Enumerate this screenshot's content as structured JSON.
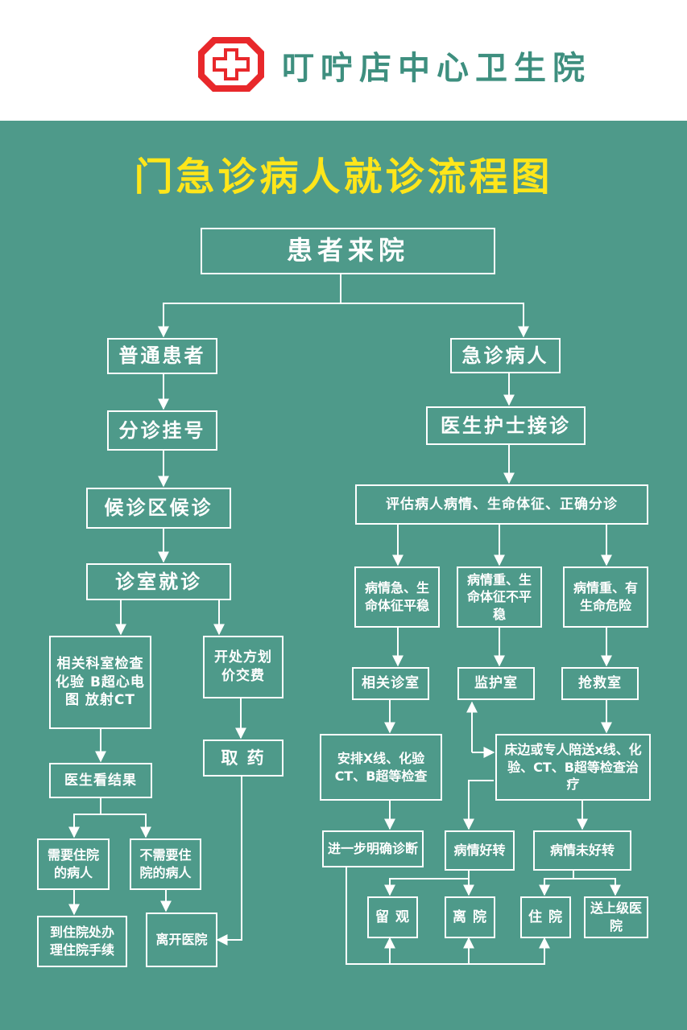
{
  "header": {
    "hospital_name": "叮咛店中心卫生院",
    "logo_icon": "red-cross-icon",
    "logo_color": "#e8282b"
  },
  "title": "门急诊病人就诊流程图",
  "colors": {
    "background": "#4e9a8a",
    "title": "#ffe61a",
    "box_border": "#ffffff"
  },
  "nodes": {
    "arrival": "患者来院",
    "general": "普通患者",
    "register": "分诊挂号",
    "waiting": "候诊区候诊",
    "consult": "诊室就诊",
    "exams": "相关科室检查化验 B超心电图 放射CT",
    "prescribe": "开处方划价交费",
    "medicine": "取 药",
    "results": "医生看结果",
    "need_inpatient": "需要住院的病人",
    "no_inpatient": "不需要住院的病人",
    "admission": "到住院处办理住院手续",
    "leave_hospital_left": "离开医院",
    "emergency": "急诊病人",
    "reception": "医生护士接诊",
    "assess": "评估病人病情、生命体征、正确分诊",
    "urgent_stable": "病情急、生命体征平稳",
    "serious_unstable": "病情重、生命体征不平稳",
    "serious_danger": "病情重、有生命危险",
    "related_clinic": "相关诊室",
    "monitor_room": "监护室",
    "rescue_room": "抢救室",
    "arrange_exams": "安排X线、化验CT、B超等检查",
    "escort_exams": "床边或专人陪送x线、化验、CT、B超等检查治疗",
    "diagnosis": "进一步明确诊断",
    "improved": "病情好转",
    "not_improved": "病情未好转",
    "observation": "留 观",
    "discharge": "离 院",
    "hospitalize": "住 院",
    "transfer": "送上级医院"
  }
}
